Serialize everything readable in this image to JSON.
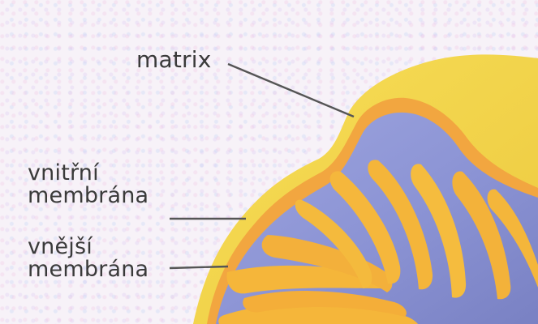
{
  "labels": {
    "matrix": "matrix",
    "inner_membrane_line1": "vnitřní",
    "inner_membrane_line2": "membrána",
    "outer_membrane_line1": "vnější",
    "outer_membrane_line2": "membrána"
  },
  "colors": {
    "outer_membrane": "#f2d54e",
    "inner_membrane": "#f2a640",
    "matrix": "#8f97d6",
    "cristae": "#f5b63a",
    "leader_line": "#555555",
    "text": "#3a3a3a",
    "background": "#f7f2f8"
  }
}
